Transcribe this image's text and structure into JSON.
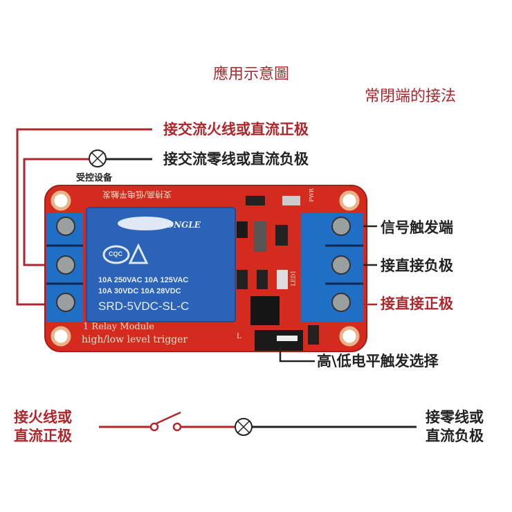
{
  "title": "應用示意圖",
  "subtitle": "常閉端的接法",
  "top_wiring": {
    "line1_label": "接交流火线或直流正极",
    "line2_label": "接交流零线或直流负极",
    "device_label": "受控设备"
  },
  "module": {
    "pcb_top_text": "支持高/低电平触发",
    "pcb_bottom_line1": "1 Relay  Module",
    "pcb_bottom_line2": "high/low level trigger",
    "relay_brand": "SONGLE",
    "relay_cert": "CQC",
    "relay_spec1": "10A 250VAC  10A 125VAC",
    "relay_spec2": "10A  30VDC  10A  28VDC",
    "relay_model": "SRD-5VDC-SL-C",
    "pwr_label": "PWR",
    "led_label": "LED1",
    "jumper_label": "L"
  },
  "right_labels": {
    "signal": "信号触发端",
    "negative": "接直接负极",
    "positive": "接直接正极",
    "trigger_select": "高\\低电平触发选择"
  },
  "bottom_circuit": {
    "left_line1": "接火线或",
    "left_line2": "直流正极",
    "right_line1": "接零线或",
    "right_line2": "直流负极"
  },
  "colors": {
    "accent_red": "#b0262b",
    "pcb_red": "#d52b1e",
    "terminal_blue": "#1f6fc6",
    "relay_blue": "#2a63b8",
    "wire_black": "#222222"
  }
}
